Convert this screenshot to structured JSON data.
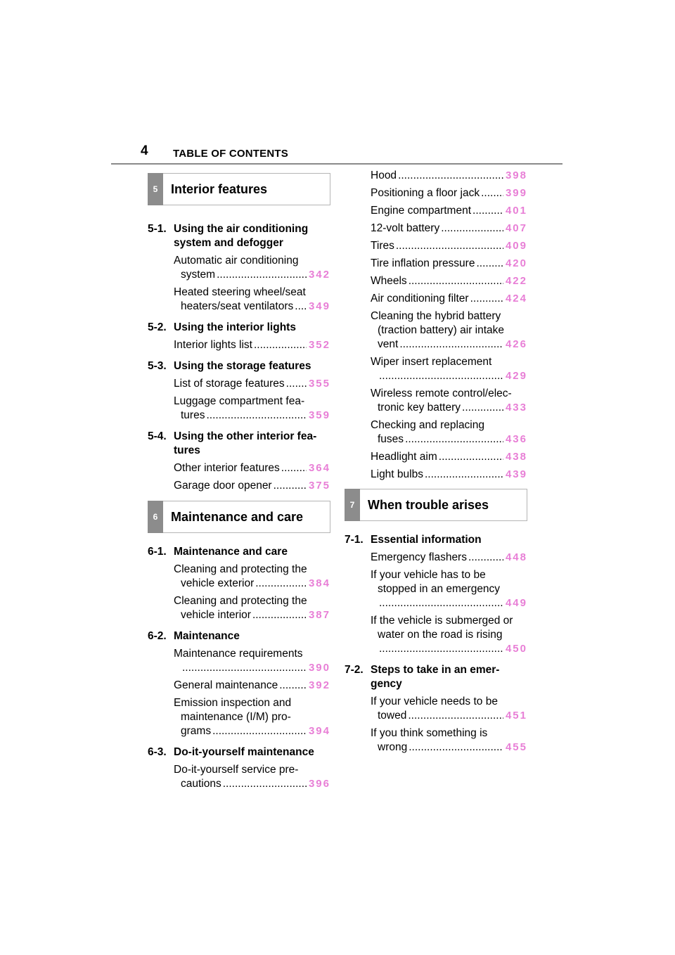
{
  "header": {
    "page_number": "4",
    "title": "TABLE OF CONTENTS"
  },
  "sections": {
    "s5": {
      "num": "5",
      "title": "Interior features"
    },
    "s6": {
      "num": "6",
      "title": "Maintenance and care"
    },
    "s7": {
      "num": "7",
      "title": "When trouble arises"
    }
  },
  "chapters": {
    "c51": {
      "num": "5-1.",
      "title": "Using the air conditioning system and defogger"
    },
    "c52": {
      "num": "5-2.",
      "title": "Using the interior lights"
    },
    "c53": {
      "num": "5-3.",
      "title": "Using the storage features"
    },
    "c54": {
      "num": "5-4.",
      "title": "Using the other interior fea- tures"
    },
    "c61": {
      "num": "6-1.",
      "title": "Maintenance and care"
    },
    "c62": {
      "num": "6-2.",
      "title": "Maintenance"
    },
    "c63": {
      "num": "6-3.",
      "title": "Do-it-yourself maintenance"
    },
    "c71": {
      "num": "7-1.",
      "title": "Essential information"
    },
    "c72": {
      "num": "7-2.",
      "title": "Steps to take in an emer- gency"
    }
  },
  "entries": {
    "e1": {
      "l1": "Automatic air conditioning",
      "l2": "system",
      "page": "342"
    },
    "e2": {
      "l1": "Heated steering wheel/seat",
      "l2": "heaters/seat ventilators",
      "page": "349"
    },
    "e3": {
      "l2": "Interior lights list",
      "page": "352"
    },
    "e4": {
      "l2": "List of storage features",
      "page": "355"
    },
    "e5": {
      "l1": "Luggage compartment fea-",
      "l2": "tures",
      "page": "359"
    },
    "e6": {
      "l2": "Other interior features",
      "page": "364"
    },
    "e7": {
      "l2": "Garage door opener",
      "page": "375"
    },
    "e8": {
      "l1": "Cleaning and protecting the",
      "l2": "vehicle exterior",
      "page": "384"
    },
    "e9": {
      "l1": "Cleaning and protecting the",
      "l2": "vehicle interior",
      "page": "387"
    },
    "e10": {
      "l1": "Maintenance requirements",
      "l2": "",
      "page": "390"
    },
    "e11": {
      "l2": "General maintenance",
      "page": "392"
    },
    "e12": {
      "l1": "Emission inspection and",
      "lm": "maintenance (I/M) pro-",
      "l2": "grams",
      "page": "394"
    },
    "e13": {
      "l1": "Do-it-yourself service pre-",
      "l2": "cautions",
      "page": "396"
    },
    "e14": {
      "l2": "Hood",
      "page": "398"
    },
    "e15": {
      "l2": "Positioning a floor jack",
      "page": "399"
    },
    "e16": {
      "l2": "Engine compartment",
      "page": "401"
    },
    "e17": {
      "l2": "12-volt battery",
      "page": "407"
    },
    "e18": {
      "l2": "Tires",
      "page": "409"
    },
    "e19": {
      "l2": "Tire inflation pressure",
      "page": "420"
    },
    "e20": {
      "l2": "Wheels",
      "page": "422"
    },
    "e21": {
      "l2": "Air conditioning filter",
      "page": "424"
    },
    "e22": {
      "l1": "Cleaning the hybrid battery",
      "lm": "(traction battery) air intake",
      "l2": "vent",
      "page": "426"
    },
    "e23": {
      "l1": "Wiper insert replacement",
      "l2": "",
      "page": "429"
    },
    "e24": {
      "l1": "Wireless remote control/elec-",
      "l2": "tronic key battery",
      "page": "433"
    },
    "e25": {
      "l1": "Checking and replacing",
      "l2": "fuses",
      "page": "436"
    },
    "e26": {
      "l2": "Headlight aim",
      "page": "438"
    },
    "e27": {
      "l2": "Light bulbs",
      "page": "439"
    },
    "e28": {
      "l2": "Emergency flashers",
      "page": "448"
    },
    "e29": {
      "l1": "If your vehicle has to be",
      "lm": "stopped in an emergency",
      "l2": "",
      "page": "449"
    },
    "e30": {
      "l1": "If the vehicle is submerged or",
      "lm": "water on the road is rising",
      "l2": "",
      "page": "450"
    },
    "e31": {
      "l1": "If your vehicle needs to be",
      "l2": "towed",
      "page": "451"
    },
    "e32": {
      "l1": "If you think something is",
      "l2": "wrong",
      "page": "455"
    }
  },
  "colors": {
    "page_link": "#e87fd6",
    "tab_bg": "#8c8c8c",
    "rule": "#8a8a8a"
  }
}
